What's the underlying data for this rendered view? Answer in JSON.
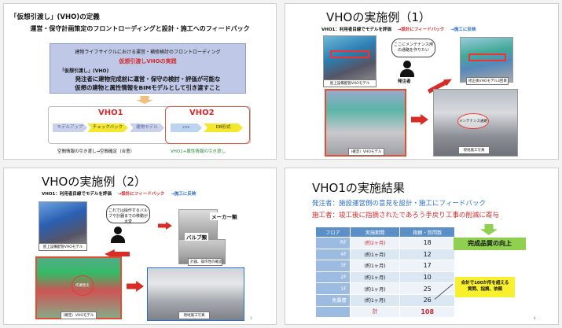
{
  "slide1": {
    "title": "「仮想引渡し」(VHO)の定義",
    "subtitle": "運営・保守計画策定のフロントローディングと設計・施工へのフィードバック",
    "box_heading": "建物ライフサイクルにおける運営・補修検討のフロントローディング",
    "box_red": "仮想引渡しVHOの実践",
    "box_label": "「仮想引渡し」(VHO)",
    "box_line1": "発注者に建物完成前に運営・保守の検討・評価が可能な",
    "box_line2": "仮想の建物と属性情報をBIMモデルとして引き渡すこと",
    "vho1": "VHO1",
    "vho2": "VHO2",
    "flow": [
      "モデルアップ",
      "チェックバック",
      "建物モデル",
      "csv",
      "DB形式"
    ],
    "caption1": "空間情報の引き渡し→空間確定（合意）",
    "caption2": "VHO1+属性情報の引き渡し"
  },
  "slide2": {
    "title": "VHOの実施例（1）",
    "subline": "VHO1：利用者目線でモデルを評価",
    "feedback": "→設計にフィードバック",
    "reflect": "→施工に反映",
    "bubble": "ここにメンテナンス用の通路を作りたい",
    "person_label": "発注者",
    "cap_model_top": "屋上設備配管VHOモデル",
    "cap_revised": "修正後VHOモデル3回目",
    "cap_model_bottom": "(確定）VHOモデル",
    "bubble_photo": "メンテナンス通路",
    "cap_photo": "現地施工写真"
  },
  "slide3": {
    "title": "VHOの実施例（2）",
    "subline": "VHO1：利用者目線でモデルを評価",
    "feedback": "→設計にフィードバック",
    "reflect": "→施工に反映",
    "bubble": "これでは操作するバルブや計器までの移動が大変",
    "maker_label": "メーカー類",
    "valve_label": "バルブ類",
    "cap_check": "計器、操作性の確認",
    "cap_model_top": "屋上設備配管VHOモデル",
    "cap_inside": "作業性を",
    "cap_model_bottom": "(確定）VHOモデル",
    "cap_photo": "現地施工写真",
    "page_num": "3"
  },
  "slide4": {
    "title": "VHO1の実施結果",
    "line1": "発注者：施設運営側の意見を設計・施工にフィードバック",
    "line2": "施工者：竣工後に指摘されたであろう手戻り工事の削減に寄与",
    "headers": [
      "フロア",
      "実施期間",
      "指摘・質問数"
    ],
    "rows": [
      [
        "RF",
        "(約2ヶ月)",
        "18"
      ],
      [
        "4F",
        "(約1ヶ月)",
        "12"
      ],
      [
        "3F",
        "(約1ヶ月)",
        "17"
      ],
      [
        "2F",
        "(約1ヶ月)",
        "10"
      ],
      [
        "1F",
        "(約1ヶ月)",
        "25"
      ],
      [
        "免震層",
        "(約1ヶ月)",
        "26"
      ]
    ],
    "total_label": "計",
    "total_value": "108",
    "quality": "完成品質の向上",
    "note_line1": "合計で100か所を超える",
    "note_line2": "質問、指摘、依頼",
    "page_num": "4"
  },
  "colors": {
    "red": "#d6282a",
    "blue": "#2b6fcf",
    "green": "#8fd14f",
    "yellow": "#f8f02c"
  }
}
